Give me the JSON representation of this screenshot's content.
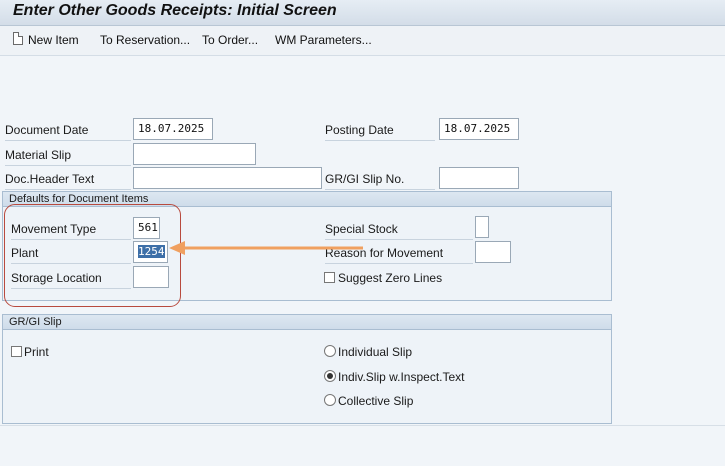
{
  "window": {
    "title": "Enter Other Goods Receipts: Initial Screen"
  },
  "toolbar": {
    "new_item": "New Item",
    "to_reservation": "To Reservation...",
    "to_order": "To Order...",
    "wm_parameters": "WM Parameters...",
    "new_item_icon": "document-icon"
  },
  "header": {
    "document_date_label": "Document Date",
    "document_date_value": "18.07.2025",
    "posting_date_label": "Posting Date",
    "posting_date_value": "18.07.2025",
    "material_slip_label": "Material Slip",
    "material_slip_value": "",
    "doc_header_text_label": "Doc.Header Text",
    "doc_header_text_value": "",
    "grgi_slip_no_label": "GR/GI Slip No.",
    "grgi_slip_no_value": ""
  },
  "defaults": {
    "group_title": "Defaults for Document Items",
    "movement_type_label": "Movement Type",
    "movement_type_value": "561",
    "plant_label": "Plant",
    "plant_value": "1254",
    "storage_location_label": "Storage Location",
    "storage_location_value": "",
    "special_stock_label": "Special Stock",
    "special_stock_value": "",
    "reason_label": "Reason for Movement",
    "reason_value": "",
    "suggest_zero_lines_label": "Suggest Zero Lines",
    "suggest_zero_lines_checked": false
  },
  "slip": {
    "group_title": "GR/GI Slip",
    "print_label": "Print",
    "print_checked": false,
    "options": [
      {
        "label": "Individual Slip",
        "selected": false
      },
      {
        "label": "Indiv.Slip w.Inspect.Text",
        "selected": true
      },
      {
        "label": "Collective Slip",
        "selected": false
      }
    ]
  },
  "annotation": {
    "highlight_color": "#b84a3e",
    "arrow_color": "#f0a060"
  }
}
